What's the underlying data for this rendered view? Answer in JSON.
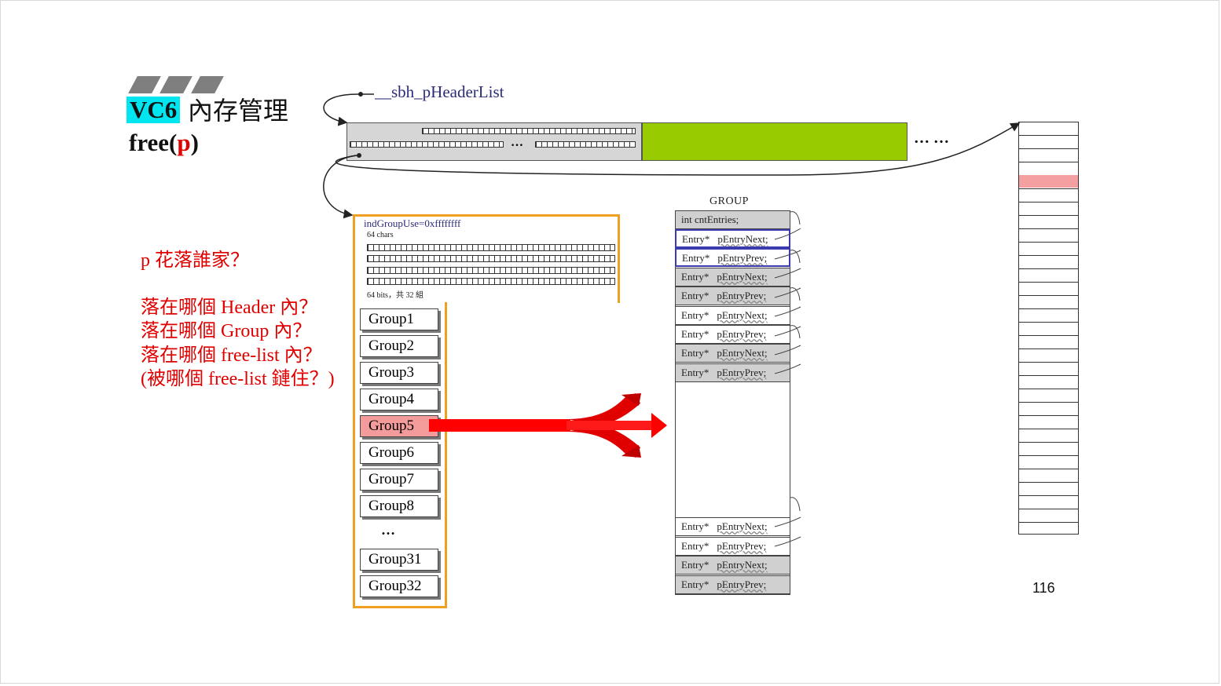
{
  "title": {
    "badge": "VC6",
    "rest": "內存管理",
    "free_prefix": "free(",
    "free_arg": "p",
    "free_suffix": ")"
  },
  "questions": [
    "p 花落誰家？",
    "落在哪個 Header 內？",
    "落在哪個 Group 內？",
    "落在哪個 free-list 內？",
    "(被哪個 free-list 鏈住？)"
  ],
  "header_list_label": "__sbh_pHeaderList",
  "header_dots": "…",
  "header_ellipsis": "… …",
  "region": {
    "ind_group_use": "indGroupUse=0xffffffff",
    "chars_label": "64 chars",
    "bits_label": "64 bits，共 32 組",
    "groups": [
      "Group1",
      "Group2",
      "Group3",
      "Group4",
      "Group5",
      "Group6",
      "Group7",
      "Group8"
    ],
    "groups_dots": "…",
    "groups_tail": [
      "Group31",
      "Group32"
    ],
    "selected": "Group5"
  },
  "group_struct": {
    "title": "GROUP",
    "first_row": "int  cntEntries;",
    "entry_type": "Entry*",
    "next": "pEntryNext;",
    "prev": "pEntryPrev;"
  },
  "page_number": "116",
  "colors": {
    "accent_cyan": "#00e5f0",
    "question_red": "#e00000",
    "header_green": "#99cc00",
    "region_orange": "#f0a020",
    "selected_pink": "#f49c9c"
  }
}
